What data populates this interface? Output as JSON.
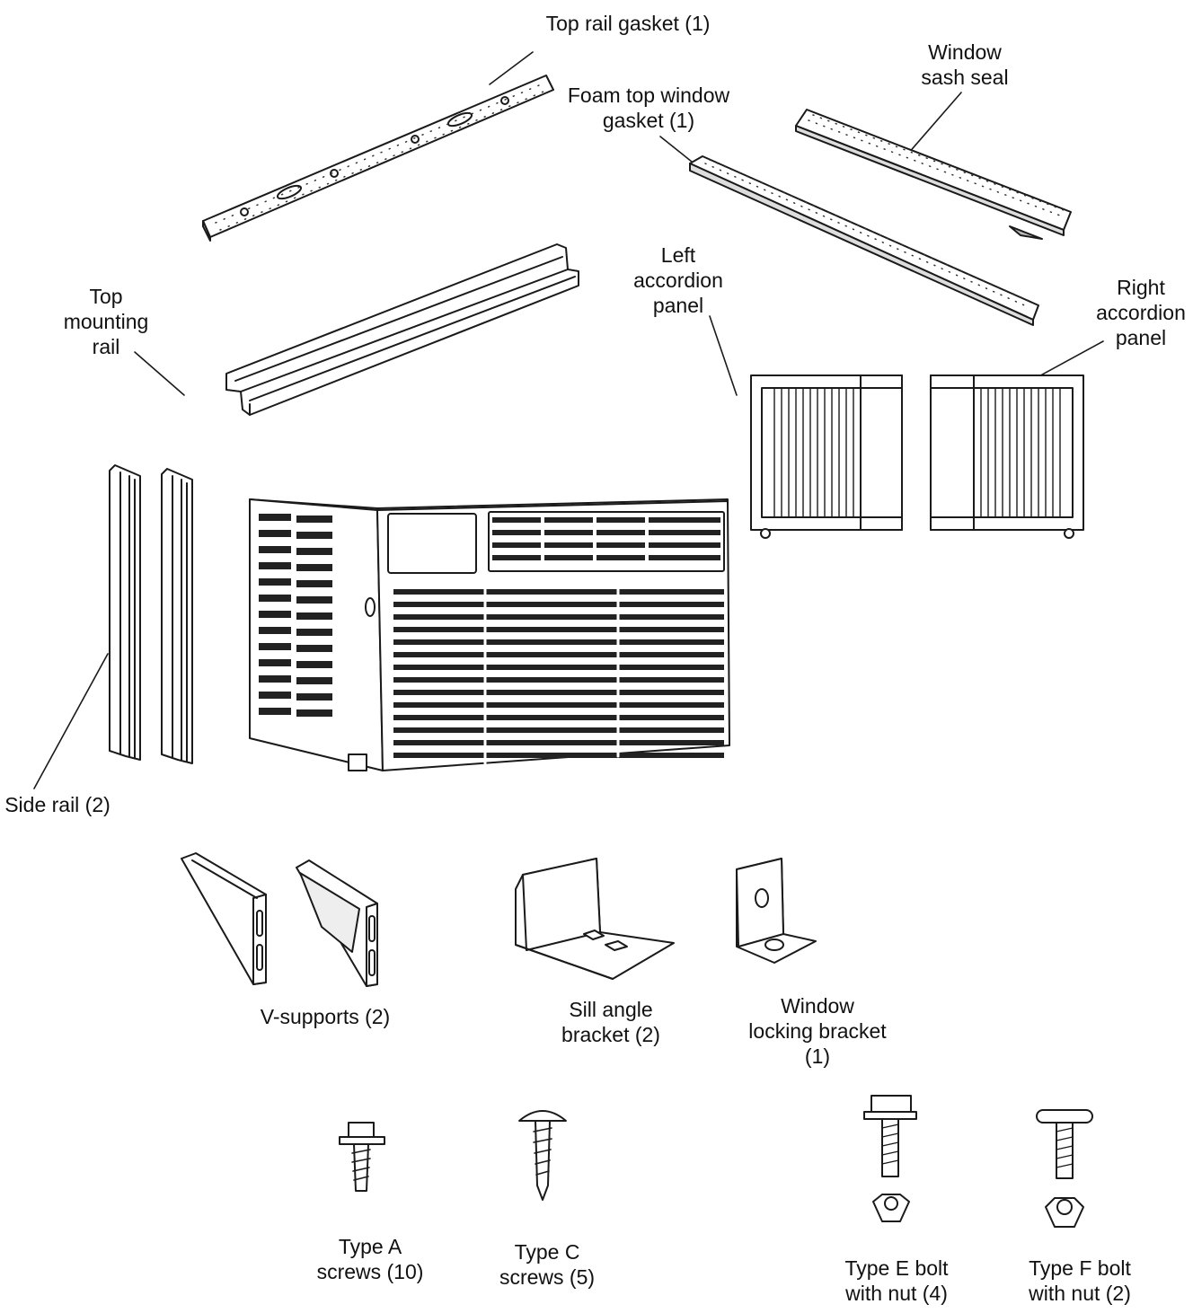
{
  "colors": {
    "ink": "#1a1a1a",
    "paper": "#ffffff",
    "grille": "#222222"
  },
  "labels": {
    "top_rail_gasket": [
      "Top rail gasket (1)"
    ],
    "foam_top_window_gasket": [
      "Foam top window",
      "gasket (1)"
    ],
    "window_sash_seal": [
      "Window",
      "sash seal"
    ],
    "top_mounting_rail": [
      "Top",
      "mounting",
      "rail"
    ],
    "left_accordion_panel": [
      "Left",
      "accordion",
      "panel"
    ],
    "right_accordion_panel": [
      "Right",
      "accordion",
      "panel"
    ],
    "side_rail": [
      "Side rail (2)"
    ],
    "v_supports": [
      "V-supports (2)"
    ],
    "sill_angle_bracket": [
      "Sill angle",
      "bracket (2)"
    ],
    "window_locking_bracket": [
      "Window",
      "locking bracket",
      "(1)"
    ],
    "type_a_screws": [
      "Type A",
      "screws (10)"
    ],
    "type_c_screws": [
      "Type C",
      "screws (5)"
    ],
    "type_e_bolt": [
      "Type E bolt",
      "with nut (4)"
    ],
    "type_f_bolt": [
      "Type F bolt",
      "with nut (2)"
    ]
  }
}
